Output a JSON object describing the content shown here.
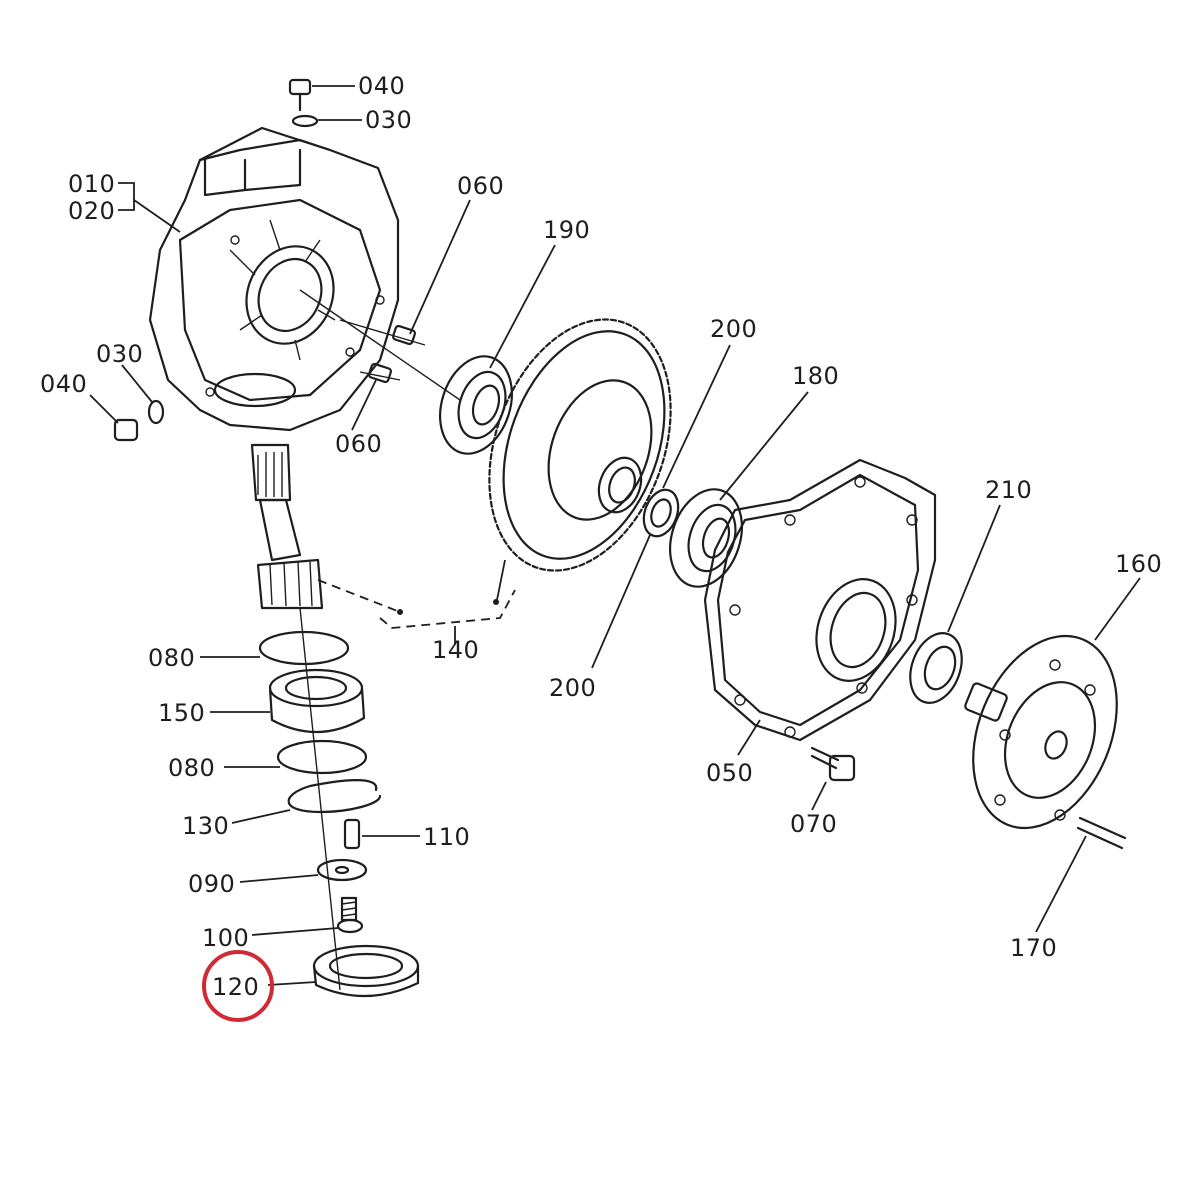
{
  "diagram": {
    "labels": {
      "l040_top": "040",
      "l030_top": "030",
      "l010": "010",
      "l020": "020",
      "l060_top": "060",
      "l190": "190",
      "l030_left": "030",
      "l040_left": "040",
      "l060_bottom": "060",
      "l200_top": "200",
      "l180": "180",
      "l210": "210",
      "l160": "160",
      "l080_top": "080",
      "l150": "150",
      "l140": "140",
      "l200_bottom": "200",
      "l080_bottom": "080",
      "l130": "130",
      "l110": "110",
      "l050": "050",
      "l070": "070",
      "l090": "090",
      "l100": "100",
      "l120": "120",
      "l170": "170"
    },
    "highlight": {
      "part": "120",
      "color": "#d02a34"
    },
    "line_color": "#1e1e1e"
  }
}
